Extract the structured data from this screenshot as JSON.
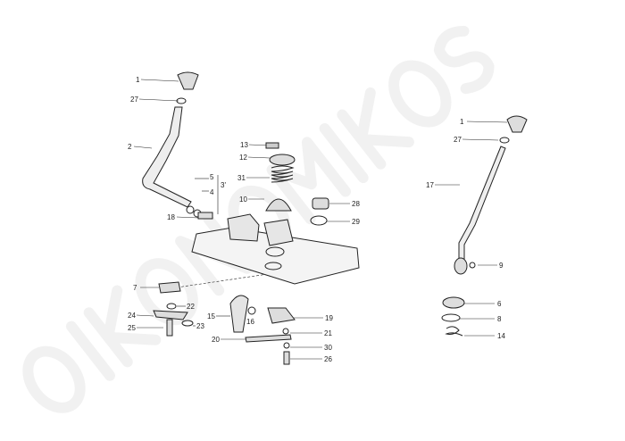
{
  "watermark": "OIKONOMIKOS",
  "colors": {
    "ink": "#222222",
    "paper": "#ffffff"
  },
  "callouts": {
    "left_knob": "1",
    "left_knob_nut": "27",
    "gear_lever": "2",
    "washer_5": "5",
    "group_3": "3'",
    "bush_4": "4",
    "pin_18": "18",
    "nut_13": "13",
    "cap_12": "12",
    "spring_31": "31",
    "boot_10": "10",
    "plug_28": "28",
    "ring_29": "29",
    "plate_7": "7",
    "washer_22": "22",
    "bracket_24": "24",
    "washer_23": "23",
    "bolt_25": "25",
    "lever_15": "15",
    "nut_16": "16",
    "plate_19": "19",
    "nut_21": "21",
    "link_20": "20",
    "washer_30": "30",
    "bolt_26": "26",
    "right_knob": "1",
    "right_knob_nut": "27",
    "gear_rod_17": "17",
    "nut_9": "9",
    "ring_6": "6",
    "ring_8": "8",
    "clip_14": "14"
  }
}
